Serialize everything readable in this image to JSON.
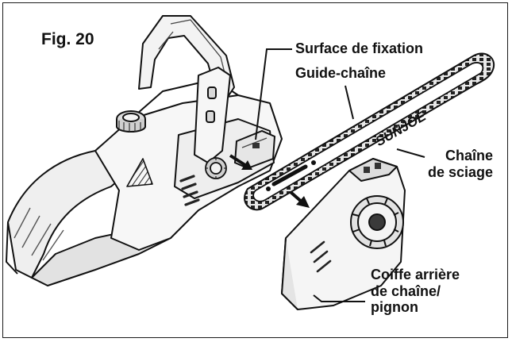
{
  "figure": {
    "fig_label": "Fig. 20"
  },
  "labels": {
    "mounting_surface": "Surface de fixation",
    "guide_bar": "Guide-chaîne",
    "saw_chain_line1": "Chaîne",
    "saw_chain_line2": "de sciage",
    "cover_line1": "Coiffe arrière",
    "cover_line2": "de chaîne/",
    "cover_line3": "pignon"
  },
  "brand": {
    "bar_logo": "SUNJOE"
  },
  "colors": {
    "ink": "#111111",
    "body_fill": "#f4f4f4",
    "shade": "#c9c9c9",
    "dark": "#3a3a3a"
  }
}
